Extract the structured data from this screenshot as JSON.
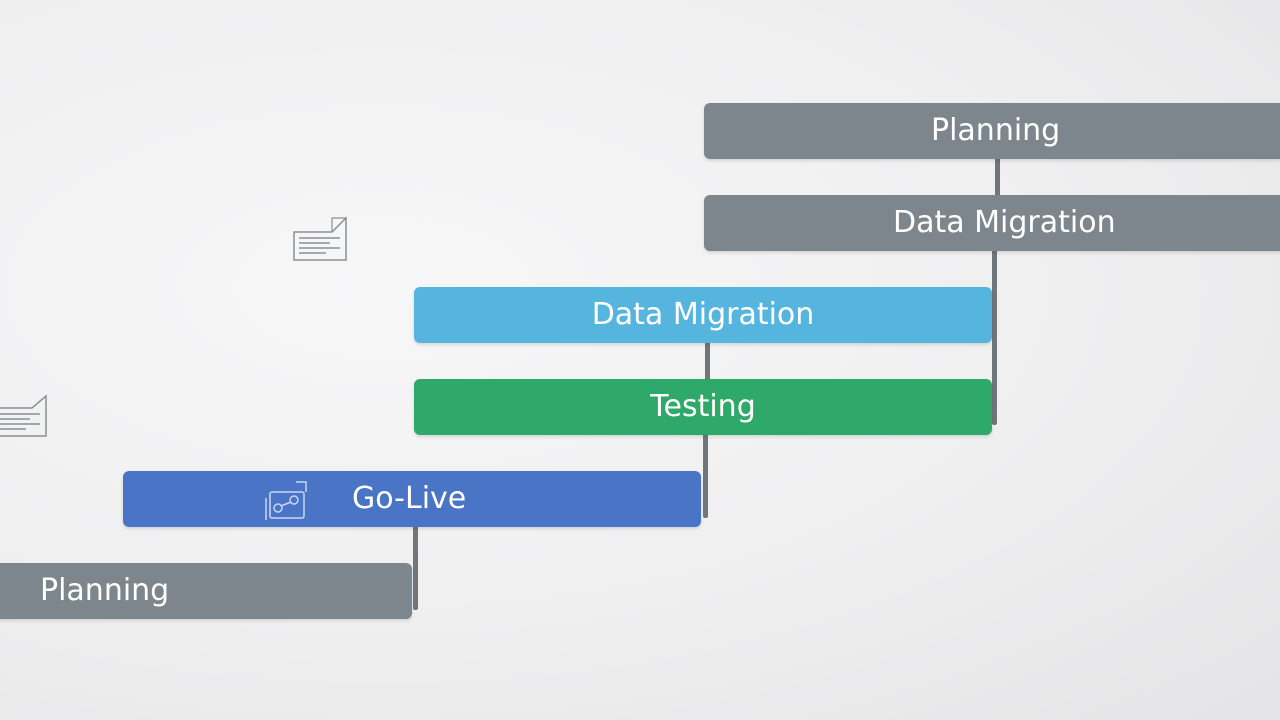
{
  "diagram": {
    "bars": [
      {
        "id": "bar-planning-top",
        "label": "Planning",
        "color": "#7c868c"
      },
      {
        "id": "bar-migration-top",
        "label": "Data Migration",
        "color": "#7c868c"
      },
      {
        "id": "bar-migration-mid",
        "label": "Data Migration",
        "color": "#55b5df"
      },
      {
        "id": "bar-testing",
        "label": "Testing",
        "color": "#2fa96a"
      },
      {
        "id": "bar-golive",
        "label": "Go-Live",
        "color": "#4a74c6"
      },
      {
        "id": "bar-planning-bottom",
        "label": "Planning",
        "color": "#7c868c"
      }
    ],
    "icons": {
      "document": "document-icon",
      "network": "network-icon"
    }
  }
}
